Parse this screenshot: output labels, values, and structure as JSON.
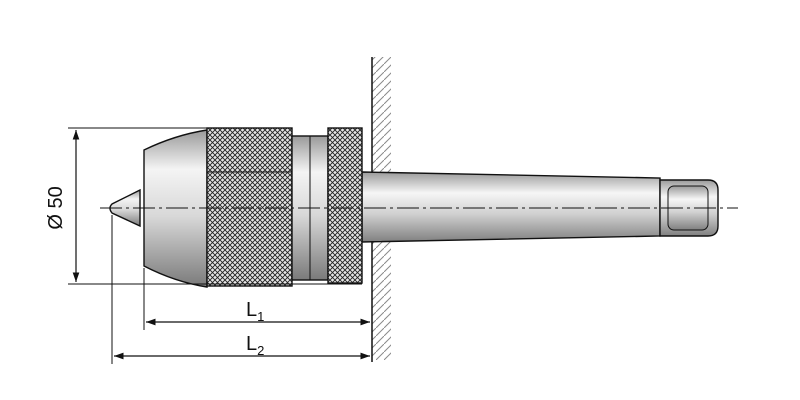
{
  "labels": {
    "diameter": "Ø 50",
    "l1_main": "L",
    "l1_sub": "1",
    "l2_main": "L",
    "l2_sub": "2"
  },
  "colors": {
    "outline": "#111111",
    "body_light": "#f2f2f2",
    "body_mid": "#c9c9c9",
    "body_dark": "#8a8a8a",
    "knurl": "#2a2a2a",
    "wall_hatch": "#888888"
  }
}
